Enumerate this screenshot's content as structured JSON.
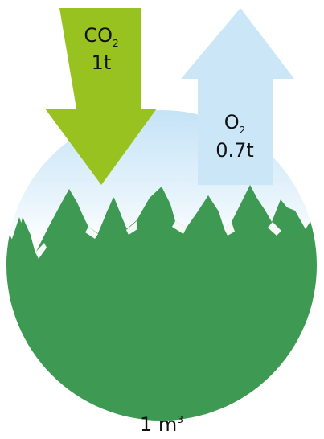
{
  "co2": {
    "main": "CO",
    "sub": "2",
    "amount": "1t",
    "color": "#98C21F"
  },
  "o2": {
    "main": "O",
    "sub": "2",
    "amount": "0.7t",
    "color": "#CBE6F6"
  },
  "volume": {
    "main": "1 m",
    "sup": "3"
  },
  "forest": {
    "color": "#3E9A52",
    "sky_color": "#CFE8F7"
  }
}
